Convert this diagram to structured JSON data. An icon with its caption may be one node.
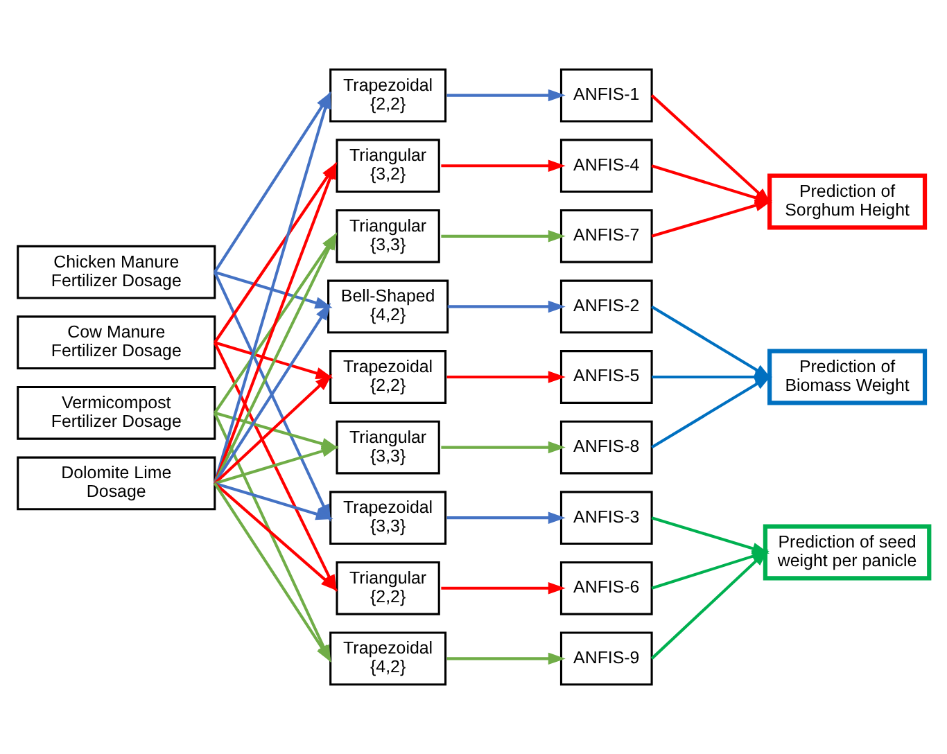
{
  "diagram": {
    "nodes": [
      {
        "text": [
          "Chicken Manure Fertilizer Dosage"
        ]
      },
      {
        "text": [
          "Cow Manure Fertilizer Dosage"
        ]
      },
      {
        "text": [
          "Vermicompost Fertilizer Dosage"
        ]
      },
      {
        "text": [
          "Dolomite Lime Dosage"
        ]
      },
      {
        "text": [
          "Trapezoidal {2,2}"
        ]
      },
      {
        "text": [
          "Triangular {3,2}"
        ]
      },
      {
        "text": [
          "Triangular {3,3}"
        ]
      },
      {
        "text": [
          "Bell-Shaped {4,2}"
        ]
      },
      {
        "text": [
          "Trapezoidal {2,2}"
        ]
      },
      {
        "text": [
          "Triangular {3,3}"
        ]
      },
      {
        "text": [
          "Trapezoidal {3,3}"
        ]
      },
      {
        "text": [
          "Triangular {2,2}"
        ]
      },
      {
        "text": [
          "Trapezoidal {4,2}"
        ]
      },
      {
        "text": [
          "ANFIS-1"
        ]
      },
      {
        "text": [
          "ANFIS-4"
        ]
      },
      {
        "text": [
          "ANFIS-7"
        ]
      },
      {
        "text": [
          "ANFIS-2"
        ]
      },
      {
        "text": [
          "ANFIS-5"
        ]
      },
      {
        "text": [
          "ANFIS-8"
        ]
      },
      {
        "text": [
          "ANFIS-3"
        ]
      },
      {
        "text": [
          "ANFIS-6"
        ]
      },
      {
        "text": [
          "ANFIS-9"
        ]
      },
      {
        "text": [
          "Prediction of Sorghum Height"
        ]
      },
      {
        "text": [
          "Prediction of Biomass Weight"
        ]
      },
      {
        "text": [
          "Prediction of seed weight per panicle"
        ]
      }
    ],
    "edges": [
      {
        "from": 0,
        "to": 4,
        "arrow": "to",
        "color": "#4472c4"
      },
      {
        "from": 0,
        "to": 7,
        "arrow": "to",
        "color": "#4472c4"
      },
      {
        "from": 0,
        "to": 10,
        "arrow": "to",
        "color": "#4472c4"
      },
      {
        "from": 1,
        "to": 5,
        "arrow": "to",
        "color": "#ff0000"
      },
      {
        "from": 1,
        "to": 8,
        "arrow": "to",
        "color": "#ff0000"
      },
      {
        "from": 1,
        "to": 11,
        "arrow": "to",
        "color": "#ff0000"
      },
      {
        "from": 2,
        "to": 6,
        "arrow": "to",
        "color": "#70ad47"
      },
      {
        "from": 2,
        "to": 9,
        "arrow": "to",
        "color": "#70ad47"
      },
      {
        "from": 2,
        "to": 12,
        "arrow": "to",
        "color": "#70ad47"
      },
      {
        "from": 3,
        "to": 4,
        "arrow": "to",
        "color": "#4472c4"
      },
      {
        "from": 3,
        "to": 5,
        "arrow": "to",
        "color": "#ff0000"
      },
      {
        "from": 3,
        "to": 6,
        "arrow": "to",
        "color": "#70ad47"
      },
      {
        "from": 3,
        "to": 7,
        "arrow": "to",
        "color": "#4472c4"
      },
      {
        "from": 3,
        "to": 8,
        "arrow": "to",
        "color": "#ff0000"
      },
      {
        "from": 3,
        "to": 9,
        "arrow": "to",
        "color": "#70ad47"
      },
      {
        "from": 3,
        "to": 10,
        "arrow": "to",
        "color": "#4472c4"
      },
      {
        "from": 3,
        "to": 11,
        "arrow": "to",
        "color": "#ff0000"
      },
      {
        "from": 3,
        "to": 12,
        "arrow": "to",
        "color": "#70ad47"
      },
      {
        "from": 4,
        "to": 13,
        "arrow": "to",
        "color": "#4472c4"
      },
      {
        "from": 5,
        "to": 14,
        "arrow": "to",
        "color": "#ff0000"
      },
      {
        "from": 6,
        "to": 15,
        "arrow": "to",
        "color": "#70ad47"
      },
      {
        "from": 7,
        "to": 16,
        "arrow": "to",
        "color": "#4472c4"
      },
      {
        "from": 8,
        "to": 17,
        "arrow": "to",
        "color": "#ff0000"
      },
      {
        "from": 9,
        "to": 18,
        "arrow": "to",
        "color": "#70ad47"
      },
      {
        "from": 10,
        "to": 19,
        "arrow": "to",
        "color": "#4472c4"
      },
      {
        "from": 11,
        "to": 20,
        "arrow": "to",
        "color": "#ff0000"
      },
      {
        "from": 12,
        "to": 21,
        "arrow": "to",
        "color": "#70ad47"
      },
      {
        "from": 13,
        "to": 22,
        "arrow": "to",
        "color": "#ff0000"
      },
      {
        "from": 14,
        "to": 22,
        "arrow": "to",
        "color": "#ff0000"
      },
      {
        "from": 15,
        "to": 22,
        "arrow": "to",
        "color": "#ff0000"
      },
      {
        "from": 16,
        "to": 23,
        "arrow": "to",
        "color": "#0070c0"
      },
      {
        "from": 17,
        "to": 23,
        "arrow": "to",
        "color": "#0070c0"
      },
      {
        "from": 18,
        "to": 23,
        "arrow": "to",
        "color": "#0070c0"
      },
      {
        "from": 19,
        "to": 24,
        "arrow": "to",
        "color": "#00b050"
      },
      {
        "from": 20,
        "to": 24,
        "arrow": "to",
        "color": "#00b050"
      },
      {
        "from": 21,
        "to": 24,
        "arrow": "to",
        "color": "#00b050"
      }
    ]
  }
}
